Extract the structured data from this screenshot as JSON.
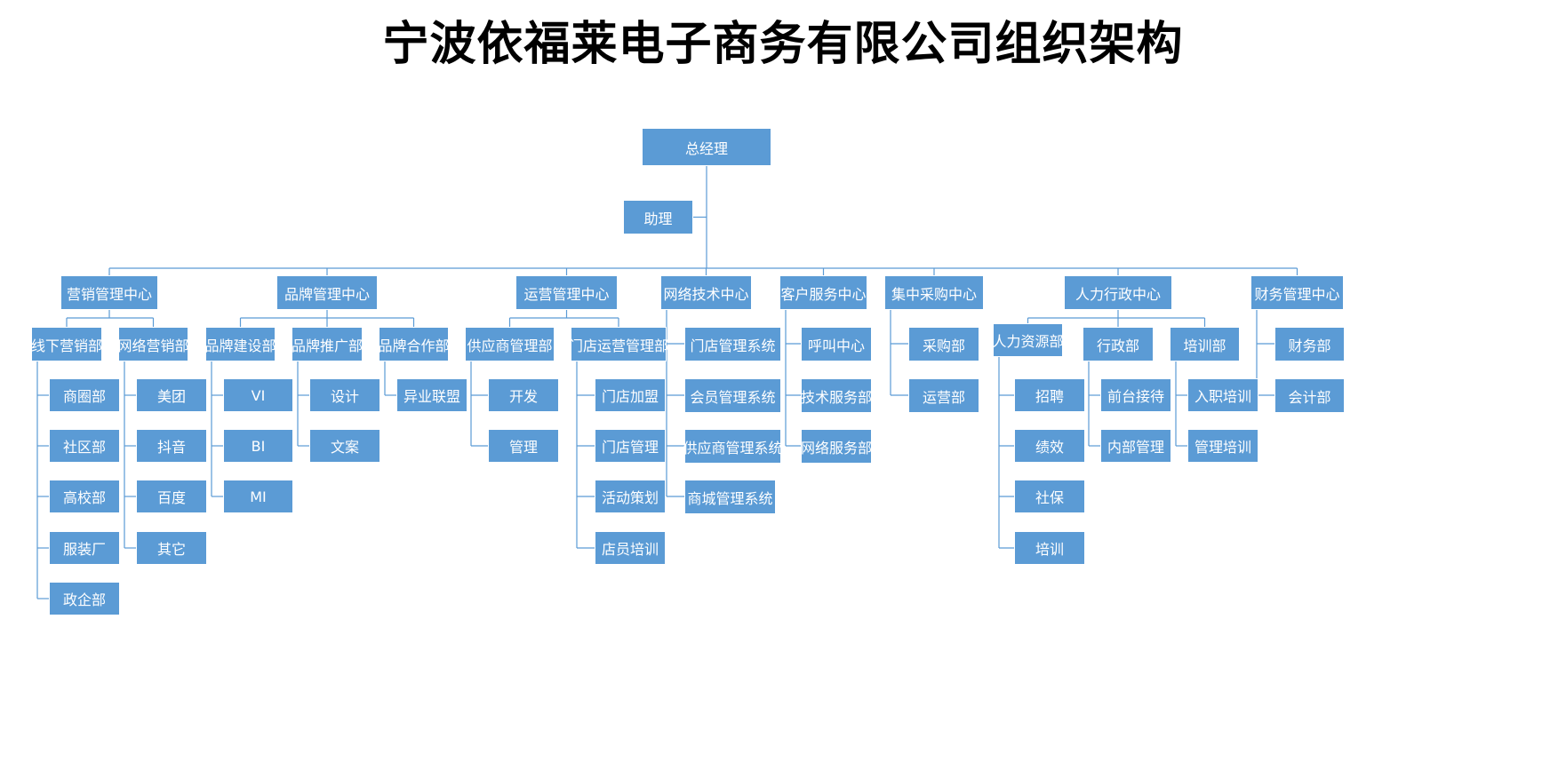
{
  "title": "宁波依福莱电子商务有限公司组织架构",
  "colors": {
    "box": "#5b9bd5",
    "box_border": "#ffffff",
    "line": "#5b9bd5",
    "text": "#ffffff",
    "title": "#000000"
  },
  "org": {
    "root": "总经理",
    "assistant": "助理",
    "centers": [
      {
        "name": "营销管理中心",
        "departments": [
          {
            "name": "线下营销部",
            "units": [
              "商圈部",
              "社区部",
              "高校部",
              "服装厂",
              "政企部"
            ]
          },
          {
            "name": "网络营销部",
            "units": [
              "美团",
              "抖音",
              "百度",
              "其它"
            ]
          }
        ]
      },
      {
        "name": "品牌管理中心",
        "departments": [
          {
            "name": "品牌建设部",
            "units": [
              "VI",
              "BI",
              "MI"
            ]
          },
          {
            "name": "品牌推广部",
            "units": [
              "设计",
              "文案"
            ]
          },
          {
            "name": "品牌合作部",
            "units": [
              "异业联盟"
            ]
          }
        ]
      },
      {
        "name": "运营管理中心",
        "departments": [
          {
            "name": "供应商管理部",
            "units": [
              "开发",
              "管理"
            ]
          },
          {
            "name": "门店运营管理部",
            "units": [
              "门店加盟",
              "门店管理",
              "活动策划",
              "店员培训"
            ]
          }
        ]
      },
      {
        "name": "网络技术中心",
        "units": [
          "门店管理系统",
          "会员管理系统",
          "供应商管理系统",
          "商城管理系统"
        ]
      },
      {
        "name": "客户服务中心",
        "units": [
          "呼叫中心",
          "技术服务部",
          "网络服务部"
        ]
      },
      {
        "name": "集中采购中心",
        "units": [
          "采购部",
          "运营部"
        ]
      },
      {
        "name": "人力行政中心",
        "departments": [
          {
            "name": "人力资源部",
            "units": [
              "招聘",
              "绩效",
              "社保",
              "培训"
            ]
          },
          {
            "name": "行政部",
            "units": [
              "前台接待",
              "内部管理"
            ]
          },
          {
            "name": "培训部",
            "units": [
              "入职培训",
              "管理培训"
            ]
          }
        ]
      },
      {
        "name": "财务管理中心",
        "units": [
          "财务部",
          "会计部"
        ]
      }
    ]
  }
}
